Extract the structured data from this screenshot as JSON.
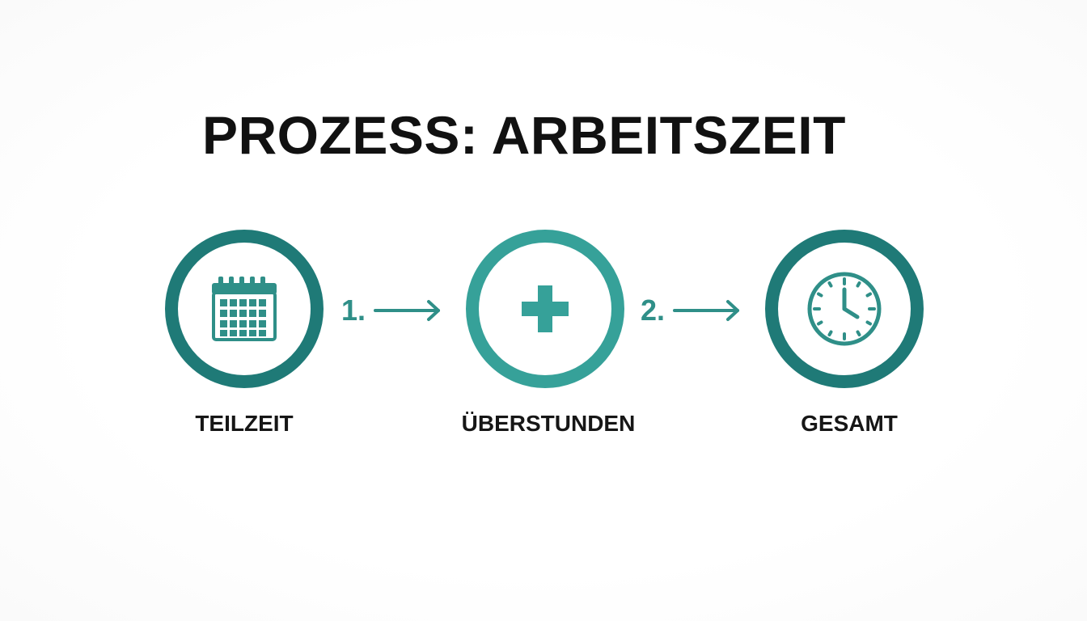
{
  "title": "PROZESS: ARBEITSZEIT",
  "colors": {
    "ring_dark": "#1f7a77",
    "ring_light": "#36a199",
    "icon": "#2f8f88",
    "text": "#111111"
  },
  "steps": [
    {
      "label": "TEILZEIT",
      "icon": "calendar-icon"
    },
    {
      "label": "ÜBERSTUNDEN",
      "icon": "plus-icon"
    },
    {
      "label": "GESAMT",
      "icon": "clock-icon"
    }
  ],
  "connectors": [
    {
      "number": "1.",
      "icon": "arrow-right-icon"
    },
    {
      "number": "2.",
      "icon": "arrow-right-icon"
    }
  ]
}
